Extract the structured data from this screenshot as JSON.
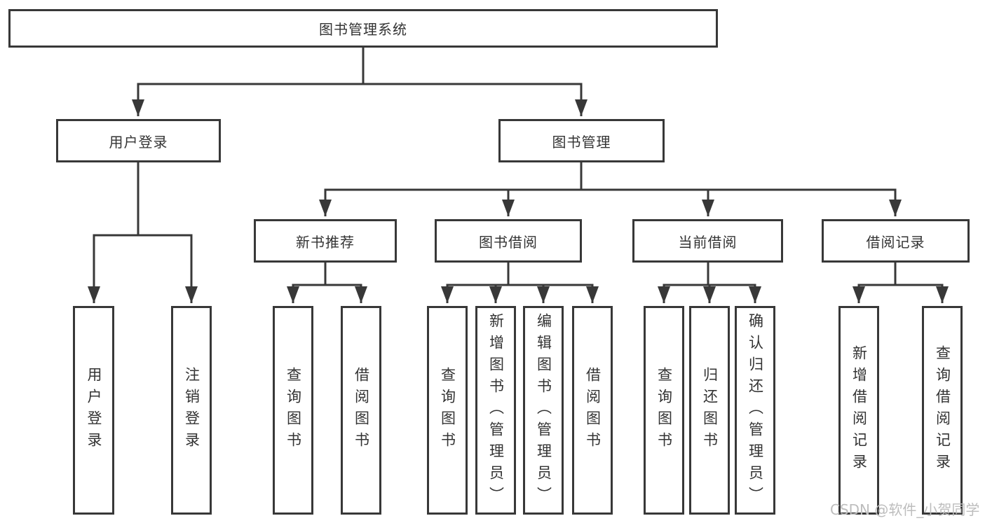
{
  "diagram": {
    "type": "hierarchy-tree",
    "root": {
      "label": "图书管理系统",
      "children": [
        {
          "label": "用户登录",
          "children": [
            {
              "label": "用户登录"
            },
            {
              "label": "注销登录"
            }
          ]
        },
        {
          "label": "图书管理",
          "children": [
            {
              "label": "新书推荐",
              "children": [
                {
                  "label": "查询图书"
                },
                {
                  "label": "借阅图书"
                }
              ]
            },
            {
              "label": "图书借阅",
              "children": [
                {
                  "label": "查询图书"
                },
                {
                  "label": "新增图书（管理员）"
                },
                {
                  "label": "编辑图书（管理员）"
                },
                {
                  "label": "借阅图书"
                }
              ]
            },
            {
              "label": "当前借阅",
              "children": [
                {
                  "label": "查询图书"
                },
                {
                  "label": "归还图书"
                },
                {
                  "label": "确认归还（管理员）"
                }
              ]
            },
            {
              "label": "借阅记录",
              "children": [
                {
                  "label": "新增借阅记录"
                },
                {
                  "label": "查询借阅记录"
                }
              ]
            }
          ]
        }
      ]
    }
  },
  "watermark": "CSDN @软件_小贺同学",
  "colors": {
    "line": "#383838",
    "box_border": "#383838",
    "text": "#333333",
    "watermark": "#bdbdbd",
    "background": "#ffffff"
  }
}
